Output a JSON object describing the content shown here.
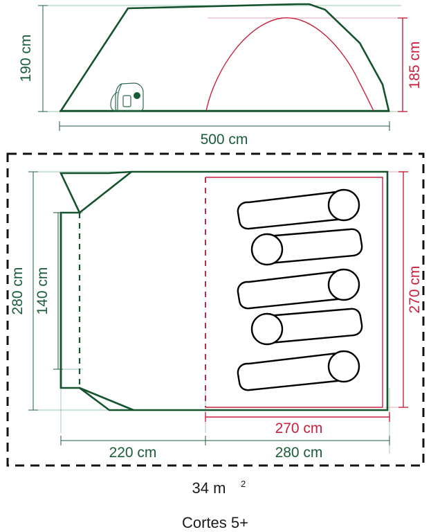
{
  "document": {
    "type": "tent-specification-diagram",
    "product_name": "Cortes 5+",
    "floor_area": "34 m",
    "floor_area_exponent": "2",
    "unit": "cm"
  },
  "colors": {
    "green": "#1a5c3a",
    "green_dark": "#14532d",
    "red": "#c8203c",
    "black": "#111111",
    "background": "#ffffff"
  },
  "elevation_view": {
    "name": "side-elevation",
    "dimensions": {
      "outer_height": "190 cm",
      "inner_height": "185 cm",
      "total_length": "500 cm"
    },
    "icons": {
      "carry_bag": "carry-bag-icon"
    }
  },
  "floor_plan": {
    "name": "floor-plan",
    "dimensions": {
      "outer_depth": "280 cm",
      "vestibule_depth": "140 cm",
      "inner_room_depth": "270 cm",
      "vestibule_length": "220 cm",
      "inner_room_length_outer": "280 cm",
      "inner_room_length": "270 cm"
    },
    "sleeping_bags": [
      {
        "id": 1,
        "head_side": "right"
      },
      {
        "id": 2,
        "head_side": "left"
      },
      {
        "id": 3,
        "head_side": "right"
      },
      {
        "id": 4,
        "head_side": "left"
      },
      {
        "id": 5,
        "head_side": "right"
      }
    ],
    "sleeping_capacity": 5
  },
  "labels": {
    "height_outer": "190 cm",
    "height_inner": "185 cm",
    "length_total": "500 cm",
    "depth_outer": "280 cm",
    "depth_vestibule": "140 cm",
    "depth_inner": "270 cm",
    "length_vestibule": "220 cm",
    "length_main": "280 cm",
    "length_inner": "270 cm",
    "area": "34 m",
    "area_sup": "2",
    "model": "Cortes 5+"
  }
}
